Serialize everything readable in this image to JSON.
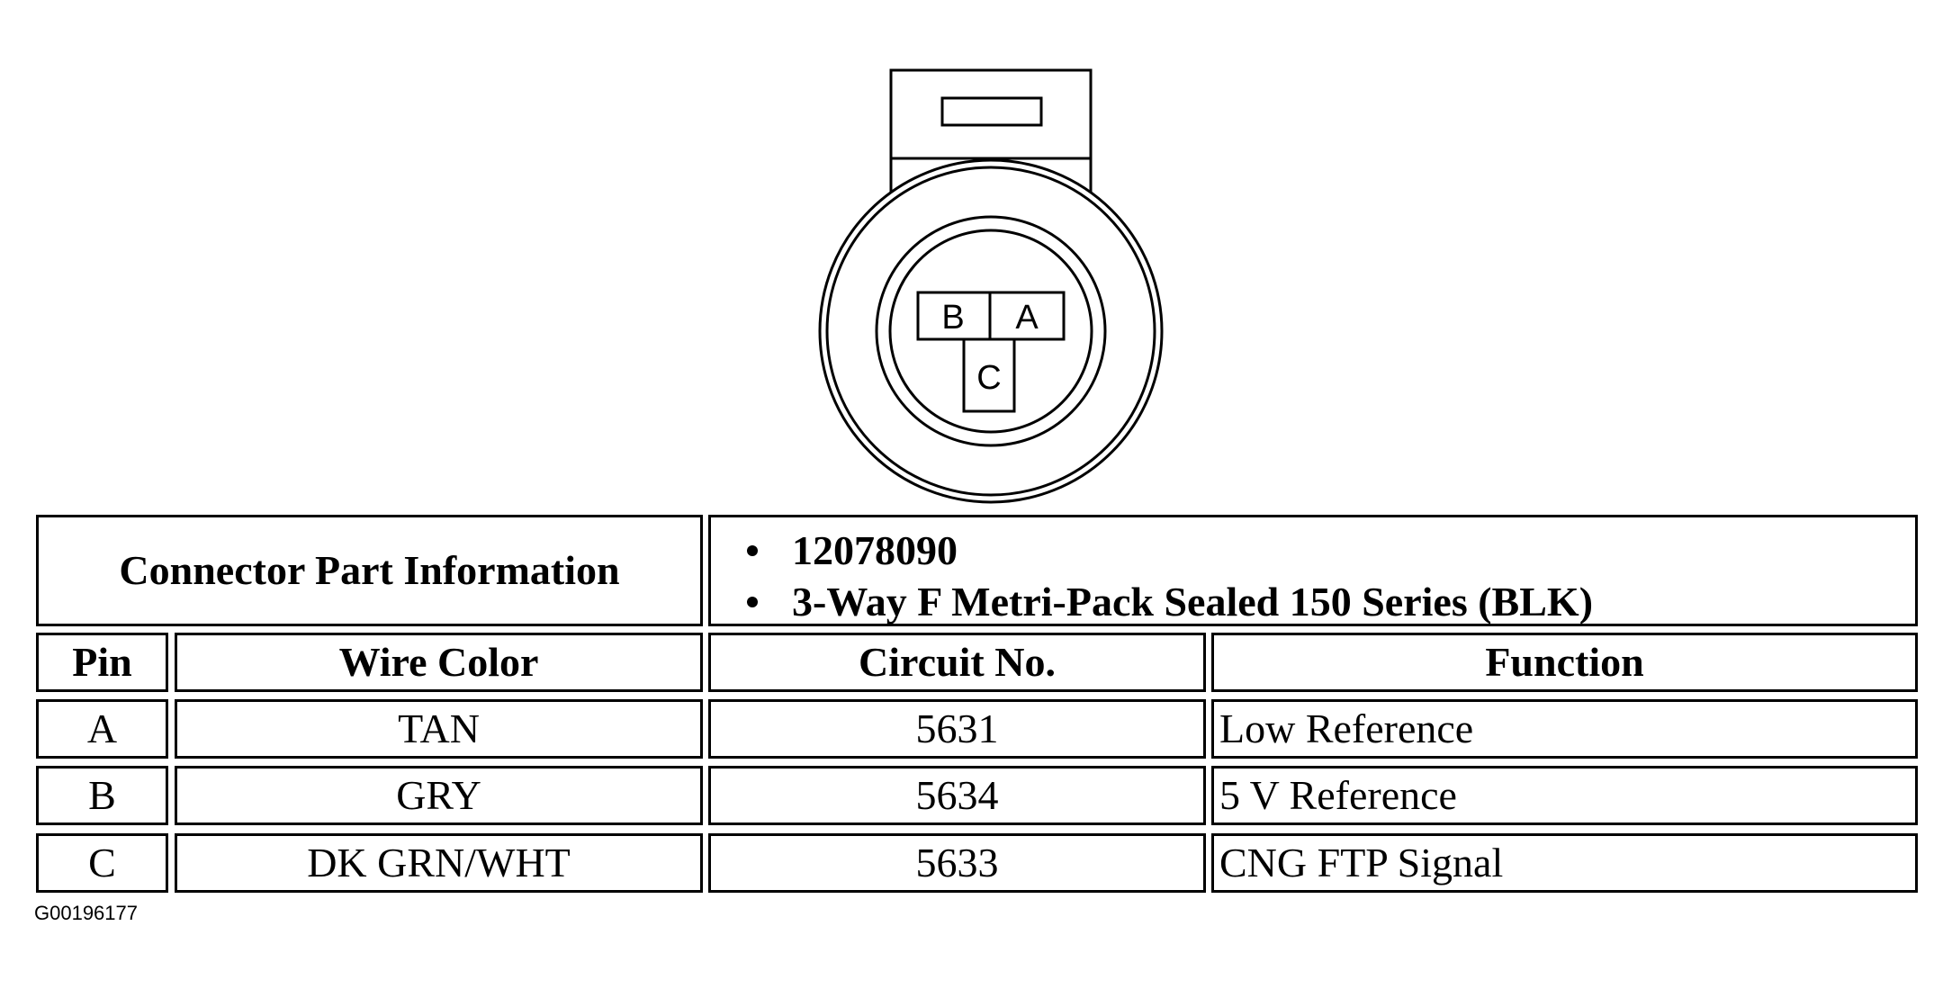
{
  "connector": {
    "pins": [
      "B",
      "A",
      "C"
    ]
  },
  "part_info": {
    "header": "Connector Part Information",
    "items": [
      "12078090",
      "3-Way F Metri-Pack Sealed 150 Series (BLK)"
    ]
  },
  "table": {
    "headers": [
      "Pin",
      "Wire Color",
      "Circuit No.",
      "Function"
    ],
    "rows": [
      [
        "A",
        "TAN",
        "5631",
        "Low Reference"
      ],
      [
        "B",
        "GRY",
        "5634",
        "5 V Reference"
      ],
      [
        "C",
        "DK GRN/WHT",
        "5633",
        "CNG FTP Signal"
      ]
    ]
  },
  "figure_id": "G00196177"
}
